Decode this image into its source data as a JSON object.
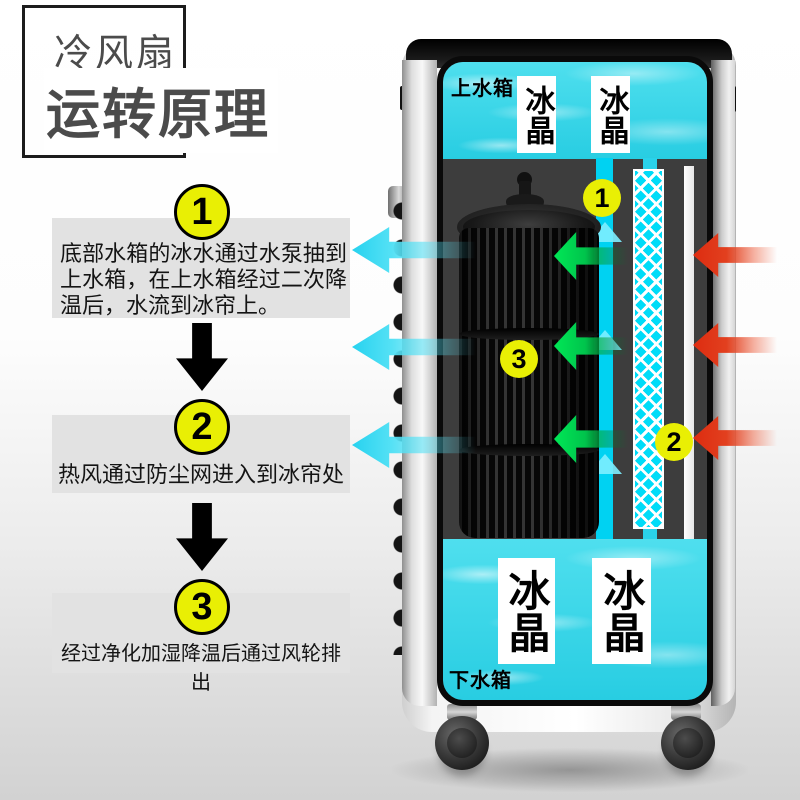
{
  "title": {
    "brand": "冷风扇",
    "main": "运转原理"
  },
  "steps": [
    {
      "num": "1",
      "text": "底部水箱的冰水通过水泵抽到上水箱，在上水箱经过二次降温后，水流到冰帘上。"
    },
    {
      "num": "2",
      "text": "热风通过防尘网进入到冰帘处"
    },
    {
      "num": "3",
      "text": "经过净化加湿降温后通过风轮排出"
    }
  ],
  "machine": {
    "upper_tank_label": "上水箱",
    "lower_tank_label": "下水箱",
    "ice_cards_top": [
      "冰晶",
      "冰晶"
    ],
    "ice_cards_bottom": [
      "冰晶",
      "冰晶"
    ],
    "markers": {
      "pump_flow": "1",
      "ice_curtain": "2",
      "fan_outlet": "3"
    }
  },
  "colors": {
    "accent_yellow": "#e9ef04",
    "water_cyan": "#35d6e8",
    "cold_air_cyan": "#27d2ef",
    "hot_air_red": "#e2401f",
    "cooled_air_green": "#00e856",
    "interior_dark": "#3d3d3d"
  }
}
